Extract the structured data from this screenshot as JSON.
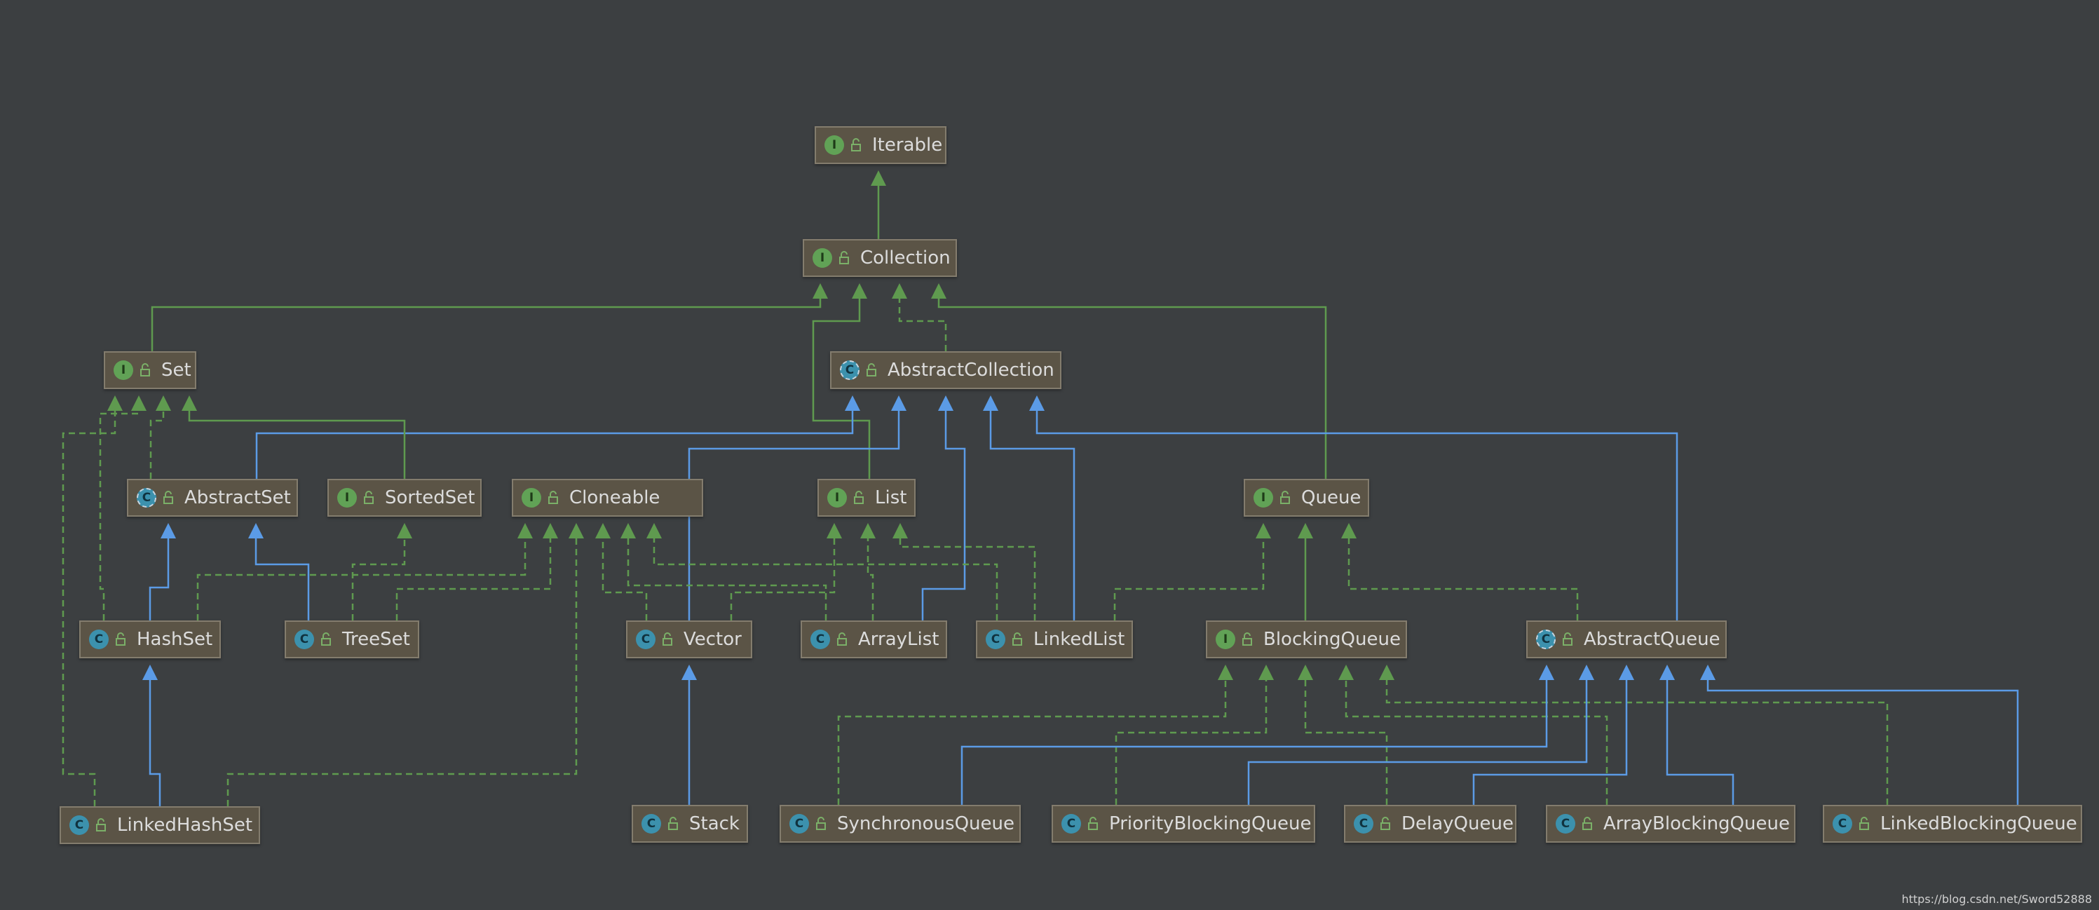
{
  "diagram": {
    "nodes": [
      {
        "id": "iterable",
        "label": "Iterable",
        "kind": "interface"
      },
      {
        "id": "collection",
        "label": "Collection",
        "kind": "interface"
      },
      {
        "id": "set",
        "label": "Set",
        "kind": "interface"
      },
      {
        "id": "abstractcollection",
        "label": "AbstractCollection",
        "kind": "abstract"
      },
      {
        "id": "abstractset",
        "label": "AbstractSet",
        "kind": "abstract"
      },
      {
        "id": "sortedset",
        "label": "SortedSet",
        "kind": "interface"
      },
      {
        "id": "cloneable",
        "label": "Cloneable",
        "kind": "interface"
      },
      {
        "id": "list",
        "label": "List",
        "kind": "interface"
      },
      {
        "id": "queue",
        "label": "Queue",
        "kind": "interface"
      },
      {
        "id": "hashset",
        "label": "HashSet",
        "kind": "class"
      },
      {
        "id": "treeset",
        "label": "TreeSet",
        "kind": "class"
      },
      {
        "id": "vector",
        "label": "Vector",
        "kind": "class"
      },
      {
        "id": "arraylist",
        "label": "ArrayList",
        "kind": "class"
      },
      {
        "id": "linkedlist",
        "label": "LinkedList",
        "kind": "class"
      },
      {
        "id": "blockingqueue",
        "label": "BlockingQueue",
        "kind": "interface"
      },
      {
        "id": "abstractqueue",
        "label": "AbstractQueue",
        "kind": "abstract"
      },
      {
        "id": "linkedhashset",
        "label": "LinkedHashSet",
        "kind": "class"
      },
      {
        "id": "stack",
        "label": "Stack",
        "kind": "class"
      },
      {
        "id": "synchronousqueue",
        "label": "SynchronousQueue",
        "kind": "class"
      },
      {
        "id": "priorityblockingqueue",
        "label": "PriorityBlockingQueue",
        "kind": "class"
      },
      {
        "id": "delayqueue",
        "label": "DelayQueue",
        "kind": "class"
      },
      {
        "id": "arrayblockingqueue",
        "label": "ArrayBlockingQueue",
        "kind": "class"
      },
      {
        "id": "linkedblockingqueue",
        "label": "LinkedBlockingQueue",
        "kind": "class"
      }
    ],
    "edges": [
      {
        "from": "collection",
        "to": "iterable",
        "type": "extends"
      },
      {
        "from": "set",
        "to": "collection",
        "type": "extends"
      },
      {
        "from": "list",
        "to": "collection",
        "type": "extends"
      },
      {
        "from": "abstractcollection",
        "to": "collection",
        "type": "implements"
      },
      {
        "from": "queue",
        "to": "collection",
        "type": "extends"
      },
      {
        "from": "abstractset",
        "to": "abstractcollection",
        "type": "inherits"
      },
      {
        "from": "vector",
        "to": "abstractcollection",
        "type": "inherits"
      },
      {
        "from": "arraylist",
        "to": "abstractcollection",
        "type": "inherits"
      },
      {
        "from": "linkedlist",
        "to": "abstractcollection",
        "type": "inherits"
      },
      {
        "from": "abstractqueue",
        "to": "abstractcollection",
        "type": "inherits"
      },
      {
        "from": "sortedset",
        "to": "set",
        "type": "extends"
      },
      {
        "from": "abstractset",
        "to": "set",
        "type": "implements"
      },
      {
        "from": "hashset",
        "to": "set",
        "type": "implements"
      },
      {
        "from": "linkedhashset",
        "to": "set",
        "type": "implements"
      },
      {
        "from": "hashset",
        "to": "abstractset",
        "type": "inherits"
      },
      {
        "from": "treeset",
        "to": "abstractset",
        "type": "inherits"
      },
      {
        "from": "treeset",
        "to": "sortedset",
        "type": "implements"
      },
      {
        "from": "hashset",
        "to": "cloneable",
        "type": "implements"
      },
      {
        "from": "treeset",
        "to": "cloneable",
        "type": "implements"
      },
      {
        "from": "linkedhashset",
        "to": "cloneable",
        "type": "implements"
      },
      {
        "from": "vector",
        "to": "cloneable",
        "type": "implements"
      },
      {
        "from": "arraylist",
        "to": "cloneable",
        "type": "implements"
      },
      {
        "from": "linkedlist",
        "to": "cloneable",
        "type": "implements"
      },
      {
        "from": "vector",
        "to": "list",
        "type": "implements"
      },
      {
        "from": "arraylist",
        "to": "list",
        "type": "implements"
      },
      {
        "from": "linkedlist",
        "to": "list",
        "type": "implements"
      },
      {
        "from": "linkedlist",
        "to": "queue",
        "type": "implements"
      },
      {
        "from": "blockingqueue",
        "to": "queue",
        "type": "extends"
      },
      {
        "from": "abstractqueue",
        "to": "queue",
        "type": "implements"
      },
      {
        "from": "linkedhashset",
        "to": "hashset",
        "type": "inherits"
      },
      {
        "from": "stack",
        "to": "vector",
        "type": "inherits"
      },
      {
        "from": "synchronousqueue",
        "to": "blockingqueue",
        "type": "implements"
      },
      {
        "from": "priorityblockingqueue",
        "to": "blockingqueue",
        "type": "implements"
      },
      {
        "from": "delayqueue",
        "to": "blockingqueue",
        "type": "implements"
      },
      {
        "from": "arrayblockingqueue",
        "to": "blockingqueue",
        "type": "implements"
      },
      {
        "from": "linkedblockingqueue",
        "to": "blockingqueue",
        "type": "implements"
      },
      {
        "from": "synchronousqueue",
        "to": "abstractqueue",
        "type": "inherits"
      },
      {
        "from": "priorityblockingqueue",
        "to": "abstractqueue",
        "type": "inherits"
      },
      {
        "from": "delayqueue",
        "to": "abstractqueue",
        "type": "inherits"
      },
      {
        "from": "arrayblockingqueue",
        "to": "abstractqueue",
        "type": "inherits"
      },
      {
        "from": "linkedblockingqueue",
        "to": "abstractqueue",
        "type": "inherits"
      }
    ],
    "kind_letters": {
      "interface": "I",
      "class": "C",
      "abstract": "C"
    },
    "colors": {
      "background": "#3c3f41",
      "node_fill": "#5b5446",
      "interface_edge": "#5f9a4f",
      "class_edge": "#5b9be6",
      "interface_badge": "#61a256",
      "class_badge": "#3c91ad"
    }
  },
  "watermark": "https://blog.csdn.net/Sword52888"
}
